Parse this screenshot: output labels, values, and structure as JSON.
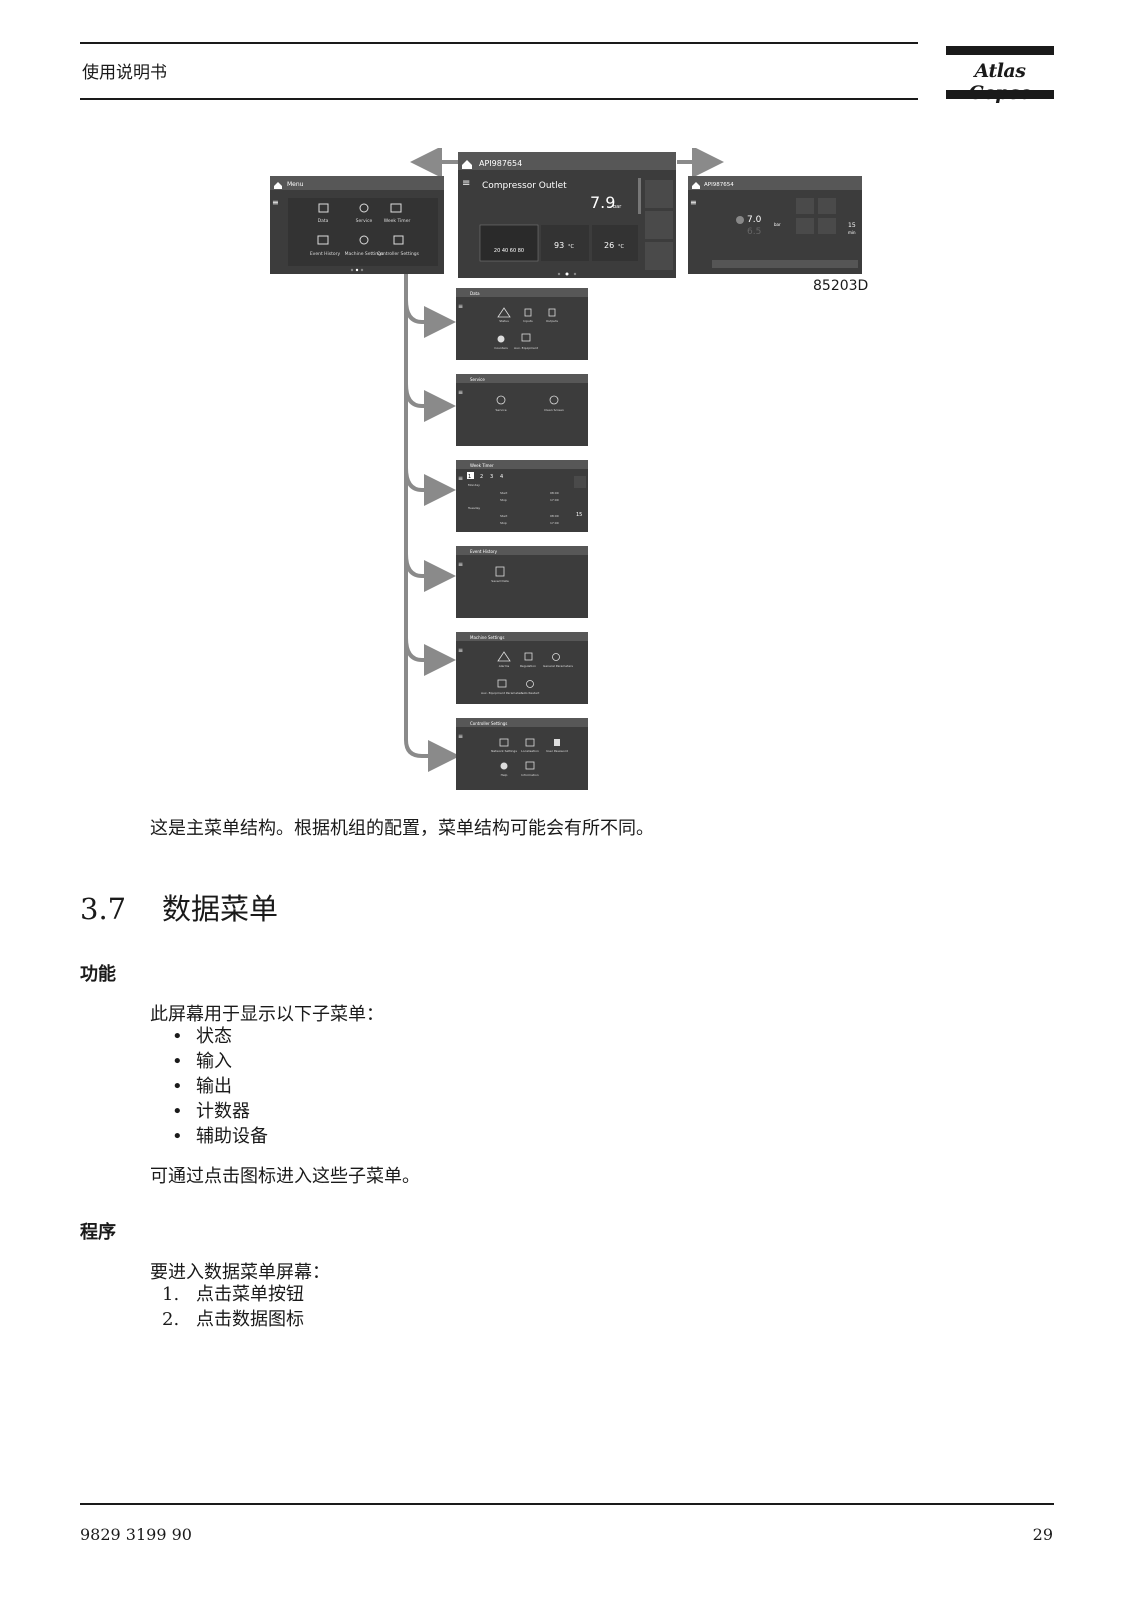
{
  "header": {
    "title": "使用说明书",
    "logo_text": "Atlas Copco"
  },
  "figure": {
    "id": "85203D",
    "screens": {
      "menu": {
        "title": "Menu",
        "items": [
          "Data",
          "Service",
          "Week Timer",
          "Event History",
          "Machine Settings",
          "Controller Settings"
        ]
      },
      "main": {
        "title": "API987654",
        "gauge_label": "Compressor Outlet",
        "pressure": "7.9",
        "pressure_unit": "bar",
        "scale": "20 40 60 80",
        "temp1": "93",
        "temp2": "26",
        "temp_unit": "°C"
      },
      "right": {
        "title": "API987654",
        "value1": "7.0",
        "value2": "6.5",
        "unit": "bar",
        "count": "15",
        "count_unit": "min"
      },
      "data": {
        "title": "Data",
        "items": [
          "Status",
          "Inputs",
          "Outputs",
          "Counters",
          "Aux. Equipment"
        ]
      },
      "service": {
        "title": "Service",
        "items": [
          "Service",
          "Clean Screen"
        ]
      },
      "week_timer": {
        "title": "Week Timer",
        "tabs": [
          "1",
          "2",
          "3",
          "4"
        ],
        "days": [
          "Monday",
          "Tuesday"
        ],
        "rows": [
          "Start",
          "Stop"
        ],
        "times": [
          "08:00",
          "17:00",
          "08:00",
          "17:00"
        ],
        "count": "15"
      },
      "event_history": {
        "title": "Event History",
        "items": [
          "Saved Data"
        ]
      },
      "machine_settings": {
        "title": "Machine Settings",
        "items": [
          "Alarms",
          "Regulation",
          "General Parameters",
          "Aux. Equipment Parameters",
          "Auto Restart"
        ]
      },
      "controller_settings": {
        "title": "Controller Settings",
        "items": [
          "Network Settings",
          "Localisation",
          "User Password",
          "Help",
          "Information"
        ]
      }
    }
  },
  "caption": "这是主菜单结构。根据机组的配置，菜单结构可能会有所不同。",
  "section": {
    "number": "3.7",
    "title": "数据菜单"
  },
  "function": {
    "heading": "功能",
    "intro": "此屏幕用于显示以下子菜单：",
    "bullet": "•",
    "items": [
      "状态",
      "输入",
      "输出",
      "计数器",
      "辅助设备"
    ],
    "outro": "可通过点击图标进入这些子菜单。"
  },
  "procedure": {
    "heading": "程序",
    "intro": "要进入数据菜单屏幕：",
    "steps": [
      {
        "n": "1.",
        "text": "点击菜单按钮"
      },
      {
        "n": "2.",
        "text": "点击数据图标"
      }
    ]
  },
  "footer": {
    "doc_number": "9829 3199 90",
    "page": "29"
  }
}
